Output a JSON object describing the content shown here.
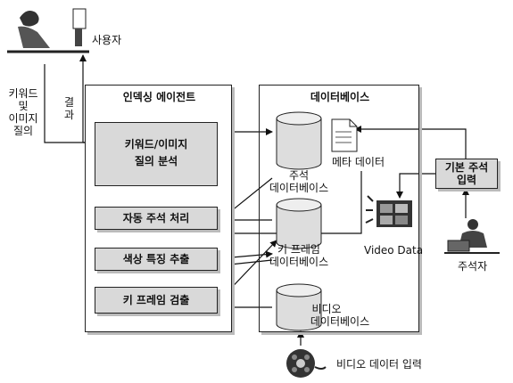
{
  "user_label": "사용자",
  "query_label_1": "키워드",
  "query_label_2": "및",
  "query_label_3": "이미지",
  "query_label_4": "질의",
  "result_label_1": "결",
  "result_label_2": "과",
  "indexing_agent": {
    "title": "인덱싱 에이전트",
    "query_box_line1": "키워드/이미지",
    "query_box_line2": "질의 분석",
    "auto_annotation": "자동 주석 처리",
    "color_feature": "색상 특징 추출",
    "keyframe_detect": "키 프레임 검출"
  },
  "database": {
    "title": "데이터베이스",
    "annotation_db_line1": "주석",
    "annotation_db_line2": "데이터베이스",
    "meta_data": "메타 데이터",
    "keyframe_db_line1": "키 프레임",
    "keyframe_db_line2": "데이터베이스",
    "video_db_line1": "비디오",
    "video_db_line2": "데이터베이스"
  },
  "basic_annotation_line1": "기본 주석",
  "basic_annotation_line2": "입력",
  "video_data_label": "Video Data",
  "annotator_label": "주석자",
  "video_input_label": "비디오 데이터 입력"
}
